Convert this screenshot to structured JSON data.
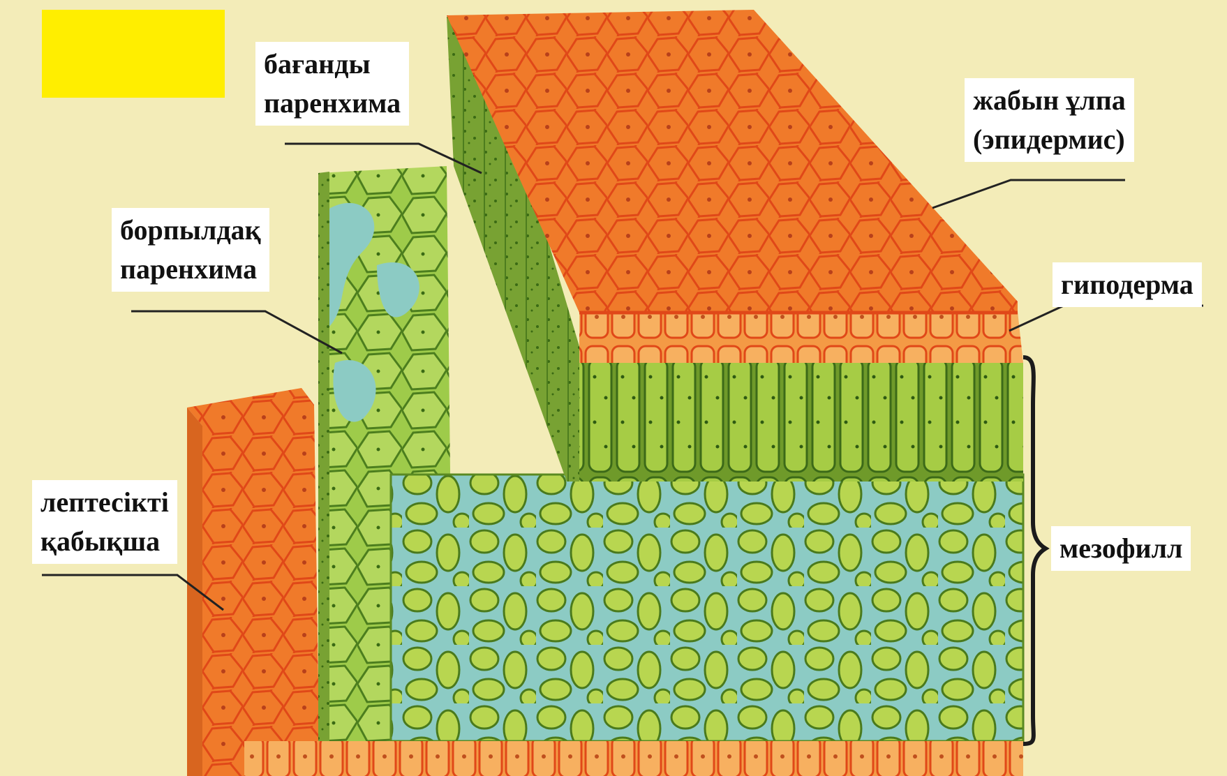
{
  "colors": {
    "background": "#f3ecb8",
    "highlight_box": "#ffee00",
    "epidermis": "#f07a2a",
    "epidermis_cell_wall": "#e04818",
    "palisade": "#a6cc45",
    "spongy": "#b8d650",
    "air_space": "#8ccbc4",
    "leader_line": "#222222"
  },
  "labels": {
    "palisade_parenchyma": [
      "бағанды",
      "паренхима"
    ],
    "epidermis": [
      "жабын ұлпа",
      "(эпидермис)"
    ],
    "spongy_parenchyma": [
      "борпылдақ",
      "паренхима"
    ],
    "hypodermis": [
      "гиподерма"
    ],
    "vascular_sheath": [
      "лептесікті",
      "қабықша"
    ],
    "mesophyll": [
      "мезофилл"
    ]
  }
}
